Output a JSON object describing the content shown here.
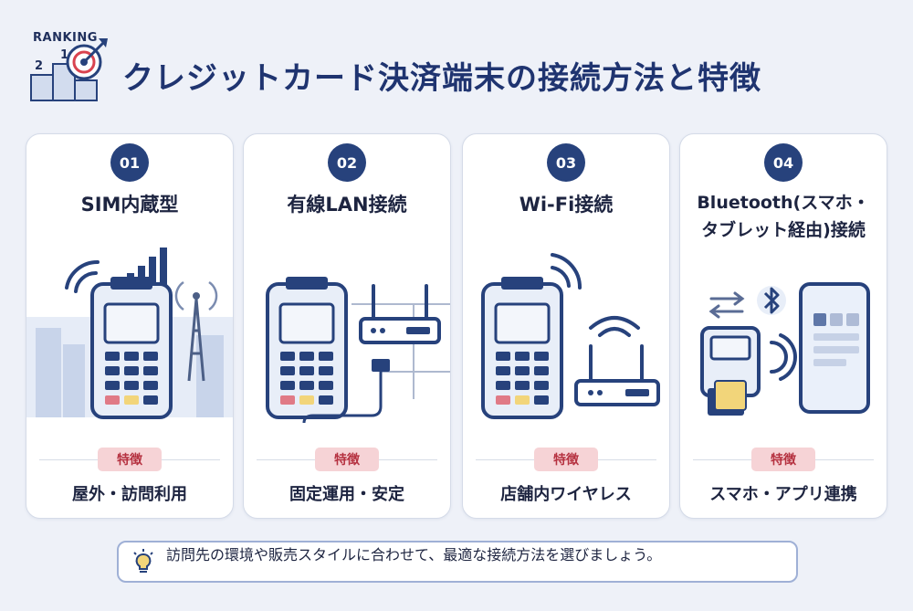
{
  "header": {
    "ranking_label": "RANKING",
    "rank_two": "2",
    "rank_one": "1",
    "title": "クレジットカード決済端末の接続方法と特徴"
  },
  "cards": [
    {
      "number": "01",
      "title": "SIM内蔵型",
      "badge": "特徴",
      "feature": "屋外・訪問利用"
    },
    {
      "number": "02",
      "title": "有線LAN接続",
      "badge": "特徴",
      "feature": "固定運用・安定"
    },
    {
      "number": "03",
      "title": "Wi-Fi接続",
      "badge": "特徴",
      "feature": "店舗内ワイヤレス"
    },
    {
      "number": "04",
      "title_line1": "Bluetooth(スマホ・",
      "title_line2": "タブレット経由)接続",
      "badge": "特徴",
      "feature": "スマホ・アプリ連携"
    }
  ],
  "tip": {
    "icon": "lightbulb-icon",
    "text": "訪問先の環境や販売スタイルに合わせて、最適な接続方法を選びましょう。"
  },
  "colors": {
    "navy": "#27427c",
    "title": "#1f3470",
    "badge_bg": "#f6d3d6",
    "badge_text": "#b53140",
    "keypad_red": "#e07a86",
    "keypad_yellow": "#f2d57a",
    "screen": "#f3f6fb"
  }
}
